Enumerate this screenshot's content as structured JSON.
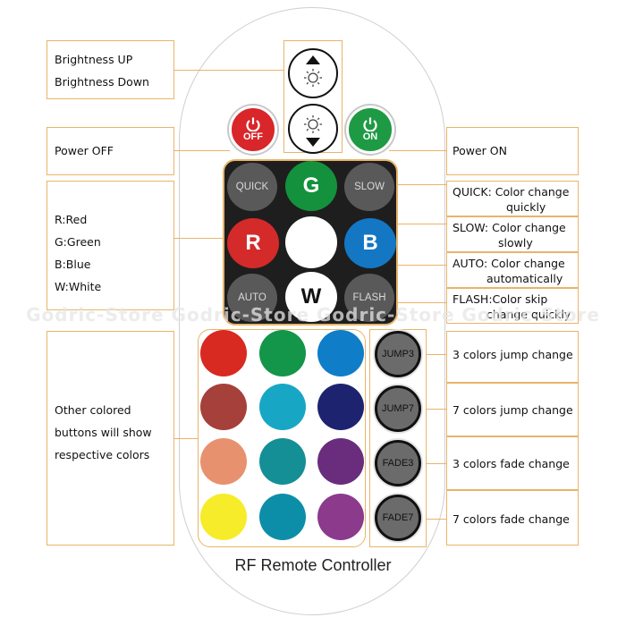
{
  "labels": {
    "brightness_up": "Brightness UP",
    "brightness_down": "Brightness Down",
    "power_off": "Power OFF",
    "power_on": "Power ON",
    "color_key": [
      "R:Red",
      "G:Green",
      "B:Blue",
      "W:White"
    ],
    "other_colors": [
      "Other colored",
      "buttons will show",
      "respective colors"
    ],
    "quick_desc": [
      "QUICK: Color change",
      "quickly"
    ],
    "slow_desc": [
      "SLOW: Color change",
      "slowly"
    ],
    "auto_desc": [
      "AUTO: Color change",
      "automatically"
    ],
    "flash_desc": [
      "FLASH:Color skip",
      "change quickly"
    ],
    "jump3_desc": "3 colors jump change",
    "jump7_desc": "7 colors jump change",
    "fade3_desc": "3 colors fade change",
    "fade7_desc": "7 colors fade change"
  },
  "buttons": {
    "off": "OFF",
    "on": "ON",
    "quick": "QUICK",
    "g": "G",
    "slow": "SLOW",
    "r": "R",
    "b": "B",
    "auto": "AUTO",
    "w": "W",
    "flash": "FLASH",
    "jump3": "JUMP3",
    "jump7": "JUMP7",
    "fade3": "FADE3",
    "fade7": "FADE7"
  },
  "icons": {
    "brightness_up": "sun-arrow-up-icon",
    "brightness_down": "sun-arrow-down-icon",
    "power": "power-icon"
  },
  "colors": {
    "accent_border": "#e8b46a",
    "off_red": "#d8262a",
    "on_green": "#1e9a45",
    "green": "#14913d",
    "red": "#d42a2a",
    "blue": "#1377c4",
    "grid_col1": [
      "#d82a20",
      "#a6403a",
      "#e8916e",
      "#f6ec2a"
    ],
    "grid_col2": [
      "#13954a",
      "#17a7c5",
      "#148f95",
      "#0d8ea8"
    ],
    "grid_col3": [
      "#0f7dc8",
      "#1e2370",
      "#6a2d7e",
      "#8b3a8c"
    ]
  },
  "watermark": "Godric-Store Godric-Store Godric-Store Godric-Store",
  "caption": "RF Remote Controller"
}
